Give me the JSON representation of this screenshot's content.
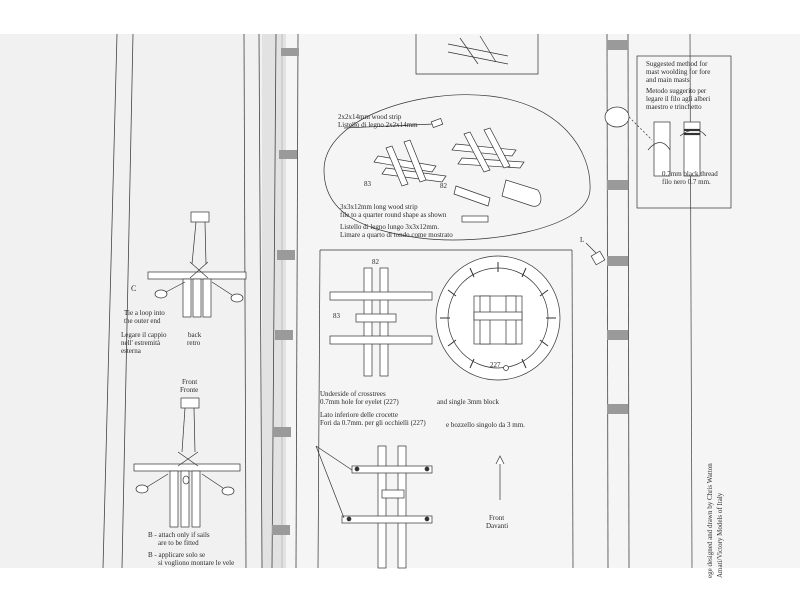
{
  "left_page": {
    "label_c": "C",
    "loop_note": [
      "Tie a loop into",
      "the outer end"
    ],
    "loop_note_it": [
      "Legare il cappio",
      "nell' estremità",
      "esterna"
    ],
    "back": [
      "back",
      "retro"
    ],
    "front": [
      "Front",
      "Fronte"
    ],
    "sails_note": [
      "B - attach only if sails",
      "are to be fitted"
    ],
    "sails_note_it": [
      "B - applicare solo se",
      "si vogliono montare le vele"
    ]
  },
  "right_page": {
    "strip_label": [
      "2x2x14mm wood strip",
      "Listello di legno 2x2x14mm"
    ],
    "ref_83": "83",
    "ref_82": "82",
    "ref_227": "227",
    "long_strip": [
      "3x3x12mm long wood strip",
      "file to a quarter round shape as shown"
    ],
    "long_strip_it": [
      "Listello di legno lungo 3x3x12mm.",
      "Limare a quarto di tondo come mostrato"
    ],
    "label_l": "L",
    "mast_method": [
      "Suggested method for",
      "mast woolding for fore",
      "and main masts"
    ],
    "mast_method_it": [
      "Metodo suggerito per",
      "legare il filo agli alberi",
      "maestro e trinchetto"
    ],
    "thread": [
      "0.7mm black thread",
      "filo nero 0.7 mm."
    ],
    "underside": [
      "Underside of crosstrees",
      "0.7mm hole for eyelet (227)",
      "and single 3mm block"
    ],
    "underside_it": [
      "Lato inferiore delle crocette",
      "Fori da 0.7mm. per gli occhielli (227)",
      "e bozzello singolo da 3 mm."
    ],
    "front": [
      "Front",
      "Davanti"
    ],
    "credit": [
      "ege designed and drawn by Chris Watton",
      "Amati/Victory Models of Italy"
    ]
  }
}
